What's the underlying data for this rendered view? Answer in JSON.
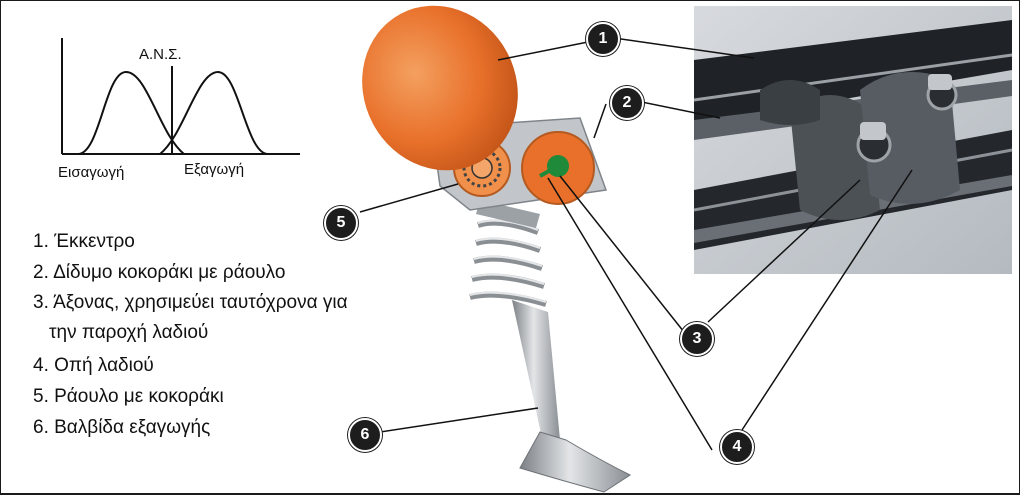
{
  "timing_chart": {
    "tdc_label": "Α.Ν.Σ.",
    "intake_label": "Εισαγωγή",
    "exhaust_label": "Εξαγωγή"
  },
  "legend": [
    "1. Έκκεντρο",
    "2. Δίδυμο κοκοράκι με ράουλο",
    "3. Άξονας, χρησιμεύει ταυτόχρονα για",
    "την παροχή λαδιού",
    "4. Οπή λαδιού",
    "5. Ράουλο με κοκοράκι",
    "6. Βαλβίδα εξαγωγής"
  ],
  "callouts": [
    "1",
    "2",
    "3",
    "4",
    "5",
    "6"
  ],
  "colors": {
    "cam_orange": "#e8702a",
    "roller_orange": "#f0904a",
    "metal": "#b9bcbf",
    "photo_dark": "#1f2327",
    "photo_bg": "#c9ced3"
  }
}
